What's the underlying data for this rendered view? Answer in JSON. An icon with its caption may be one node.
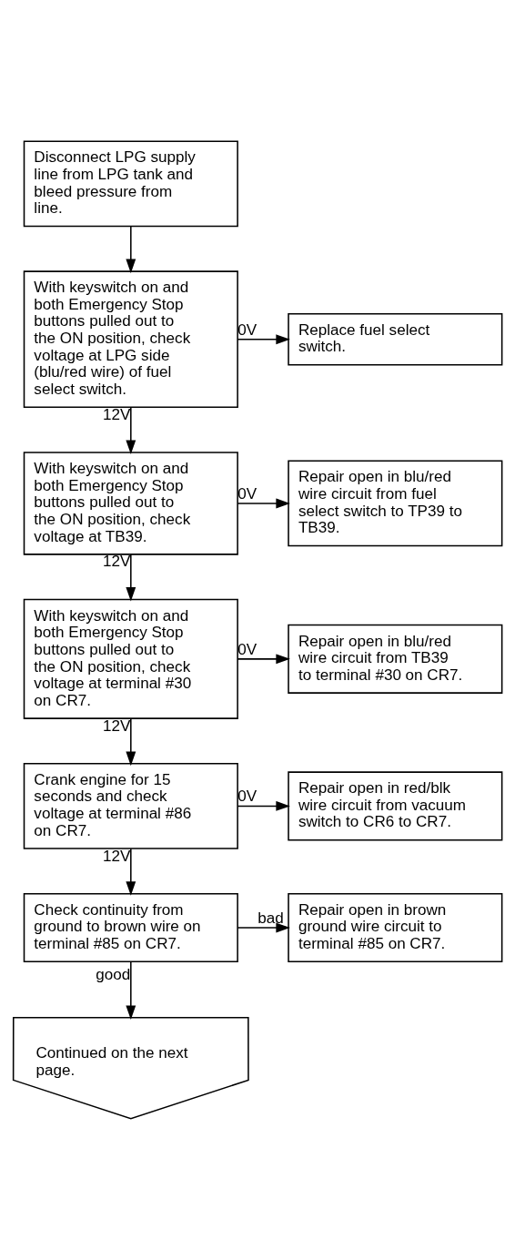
{
  "diagram": {
    "nodes": [
      {
        "text": [
          "Disconnect LPG supply line from LPG tank and bleed pressure from line."
        ]
      },
      {
        "text": [
          "With keyswitch on and both Emergency Stop buttons pulled out to the ON position, check voltage at LPG side (blu/red wire) of fuel select switch."
        ]
      },
      {
        "text": [
          "Replace fuel select switch."
        ]
      },
      {
        "text": [
          "With keyswitch on and both Emergency Stop buttons pulled out to the ON position, check voltage at TB39."
        ]
      },
      {
        "text": [
          "Repair open in blu/red wire circuit from fuel select switch to TP39 to TB39."
        ]
      },
      {
        "text": [
          "With keyswitch on and both Emergency Stop buttons pulled out to the ON position, check voltage at terminal #30 on CR7."
        ]
      },
      {
        "text": [
          "Repair open in blu/red wire circuit from TB39 to terminal #30 on CR7."
        ]
      },
      {
        "text": [
          "Crank engine for 15 seconds and check voltage at terminal #86 on CR7."
        ]
      },
      {
        "text": [
          "Repair open in red/blk wire circuit from vacuum switch to CR6 to CR7."
        ]
      },
      {
        "text": [
          "Check continuity from ground to brown wire on terminal #85 on CR7."
        ]
      },
      {
        "text": [
          "Repair open in brown ground wire circuit to terminal #85 on CR7."
        ]
      },
      {
        "text": [
          "Continued on the next page."
        ]
      }
    ],
    "edges": [
      {
        "from": 0,
        "to": 1,
        "arrow": "to"
      },
      {
        "from": 1,
        "to": 2,
        "arrow": "to",
        "label": "0V"
      },
      {
        "from": 1,
        "to": 3,
        "arrow": "to",
        "label": "12V"
      },
      {
        "from": 3,
        "to": 4,
        "arrow": "to",
        "label": "0V"
      },
      {
        "from": 3,
        "to": 5,
        "arrow": "to",
        "label": "12V"
      },
      {
        "from": 5,
        "to": 6,
        "arrow": "to",
        "label": "0V"
      },
      {
        "from": 5,
        "to": 7,
        "arrow": "to",
        "label": "12V"
      },
      {
        "from": 7,
        "to": 8,
        "arrow": "to",
        "label": "0V"
      },
      {
        "from": 7,
        "to": 9,
        "arrow": "to",
        "label": "12V"
      },
      {
        "from": 9,
        "to": 10,
        "arrow": "to",
        "label": "bad"
      },
      {
        "from": 9,
        "to": 11,
        "arrow": "to",
        "label": "good"
      }
    ]
  }
}
